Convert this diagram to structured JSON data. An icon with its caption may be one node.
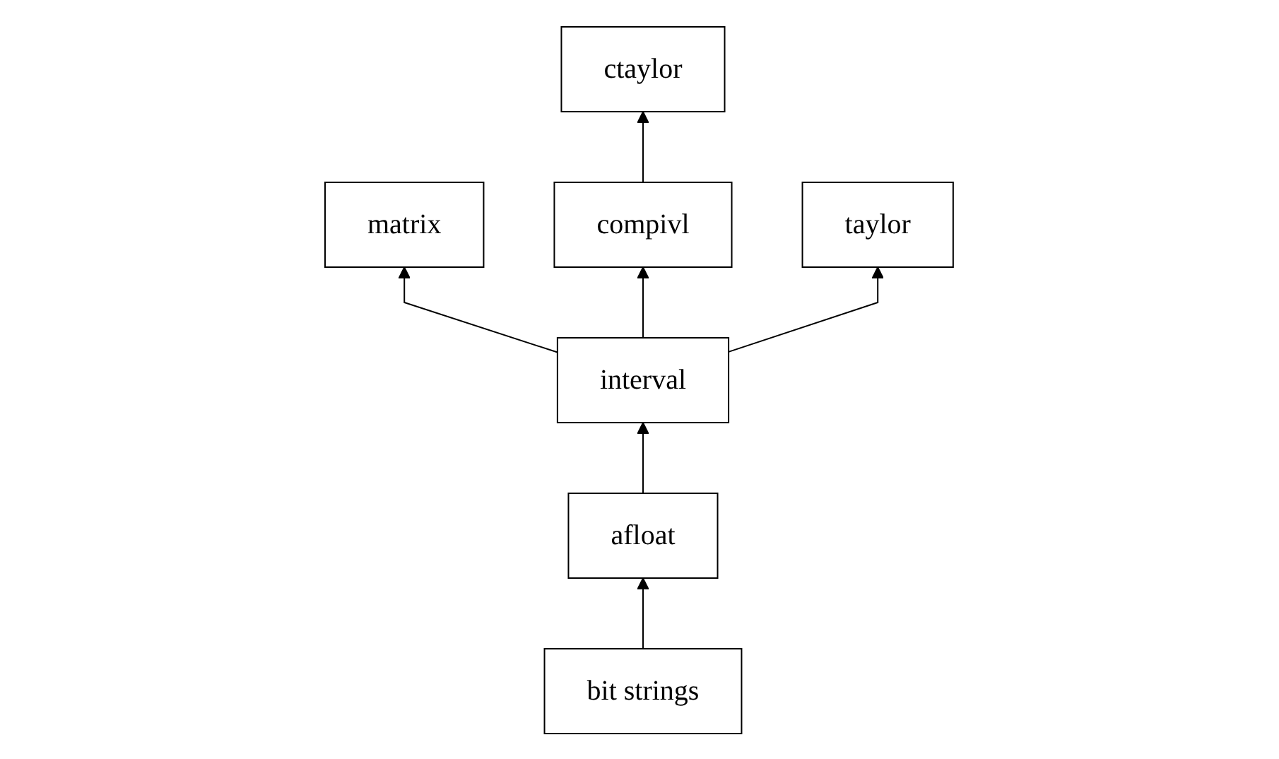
{
  "diagram": {
    "nodes": [
      {
        "text": [
          "ctaylor"
        ]
      },
      {
        "text": [
          "matrix"
        ]
      },
      {
        "text": [
          "compivl"
        ]
      },
      {
        "text": [
          "taylor"
        ]
      },
      {
        "text": [
          "interval"
        ]
      },
      {
        "text": [
          "afloat"
        ]
      },
      {
        "text": [
          "bit strings"
        ]
      }
    ],
    "edges": [
      {
        "from": 6,
        "to": 5,
        "arrow": "to"
      },
      {
        "from": 5,
        "to": 4,
        "arrow": "to"
      },
      {
        "from": 4,
        "to": 1,
        "arrow": "to"
      },
      {
        "from": 4,
        "to": 2,
        "arrow": "to"
      },
      {
        "from": 4,
        "to": 3,
        "arrow": "to"
      },
      {
        "from": 2,
        "to": 0,
        "arrow": "to"
      }
    ]
  }
}
